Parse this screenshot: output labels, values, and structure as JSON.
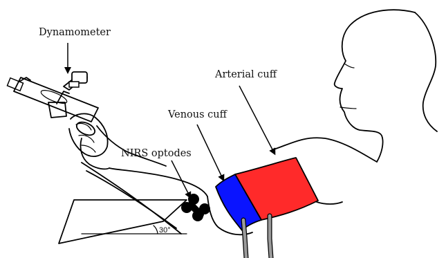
{
  "labels": {
    "dynamometer": "Dynamometer",
    "arterial_cuff": "Arterial cuff",
    "venous_cuff": "Venous cuff",
    "nirs_optodes": "NIRS optodes",
    "angle": "30°"
  },
  "colors": {
    "arterial_cuff": "#ff2a2a",
    "venous_cuff": "#0a14ff",
    "optodes": "#000000",
    "tubes": "#9a9a9a",
    "outline": "#000000",
    "background": "#ffffff"
  }
}
